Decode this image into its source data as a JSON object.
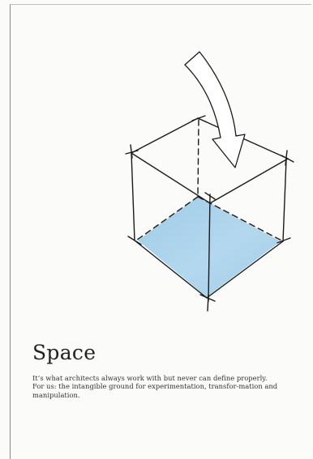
{
  "document": {
    "heading": "Space",
    "paragraphs": [
      "It’s what architects always work with but never can define properly.",
      "For us: the intangible ground for experimentation, transfor-mation and manipulation."
    ]
  },
  "illustration": {
    "subject": "isometric cube sketch with shaded floor plane and curved arrow pointing into the cube",
    "floor_color": "#a9d2ea",
    "line_color": "#1a1a1a"
  }
}
